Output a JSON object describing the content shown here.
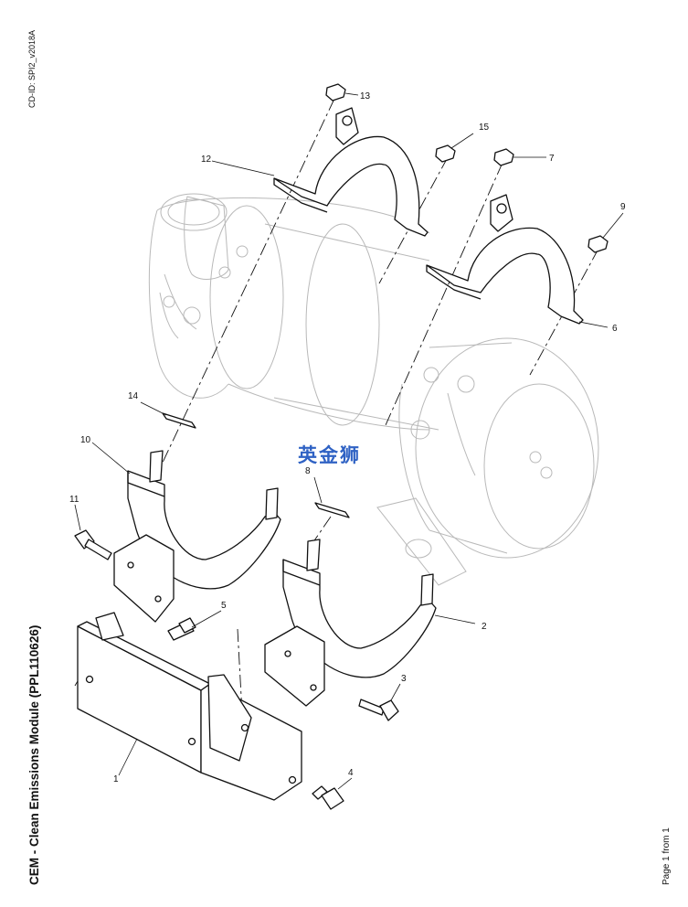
{
  "header": {
    "cd_id": "CD-ID: SPI2_v2018A"
  },
  "title": "CEM - Clean Emissions Module (PPL110626)",
  "page_info": "Page 1 from 1",
  "watermark": "英金狮",
  "callouts": {
    "c1": "1",
    "c2": "2",
    "c3": "3",
    "c4": "4",
    "c5": "5",
    "c6": "6",
    "c7": "7",
    "c8": "8",
    "c9": "9",
    "c10": "10",
    "c11": "11",
    "c12": "12",
    "c13": "13",
    "c14": "14",
    "c15": "15"
  }
}
